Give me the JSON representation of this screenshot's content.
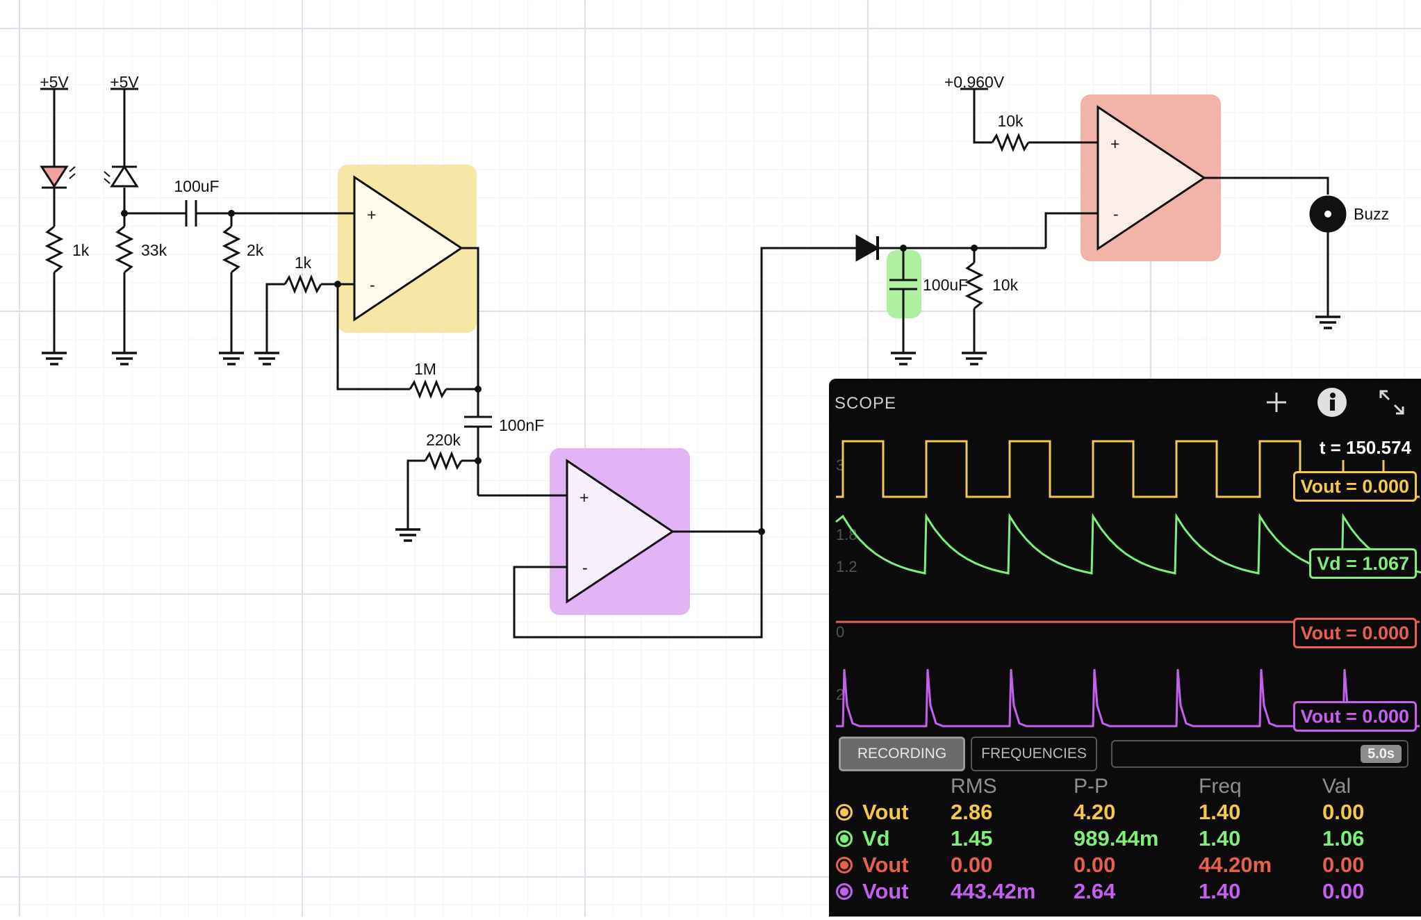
{
  "circuit": {
    "labels": {
      "v5_a": "+5V",
      "v5_b": "+5V",
      "vref": "+0.960V",
      "r1": "1k",
      "r2": "33k",
      "c1": "100uF",
      "r3": "2k",
      "r4": "1k",
      "r5": "1M",
      "c2": "100nF",
      "r6": "220k",
      "r7": "10k",
      "c3": "100uF",
      "r8": "10k",
      "buzzer": "Buzz",
      "plus": "+",
      "minus": "-"
    },
    "opamp_colors": {
      "yellow": "#f7e7a6",
      "purple": "#e2b3f5",
      "red": "#f2b4a8",
      "green_highlight": "#aef0a0"
    }
  },
  "scope": {
    "title": "SCOPE",
    "time_label": "t = 150.574",
    "traces": [
      {
        "color": "#f5c84a",
        "axis_label": "3",
        "value_label": "Vout = 0.000"
      },
      {
        "color": "#7ef07a",
        "axis_label": "1.8",
        "axis_label2": "1.2",
        "value_label": "Vd = 1.067"
      },
      {
        "color": "#e8604c",
        "axis_label": "0",
        "value_label": "Vout = 0.000"
      },
      {
        "color": "#c45ff0",
        "axis_label": "2",
        "value_label": "Vout = 0.000"
      }
    ],
    "tabs": {
      "recording": "RECORDING",
      "frequencies": "FREQUENCIES"
    },
    "timebase": "5.0s",
    "stats_headers": [
      "RMS",
      "P-P",
      "Freq",
      "Val"
    ],
    "stats_rows": [
      {
        "name": "Vout",
        "color": "#f5c84a",
        "rms": "2.86",
        "pp": "4.20",
        "freq": "1.40",
        "val": "0.00"
      },
      {
        "name": "Vd",
        "color": "#7ef07a",
        "rms": "1.45",
        "pp": "989.44m",
        "freq": "1.40",
        "val": "1.06"
      },
      {
        "name": "Vout",
        "color": "#e8604c",
        "rms": "0.00",
        "pp": "0.00",
        "freq": "44.20m",
        "val": "0.00"
      },
      {
        "name": "Vout",
        "color": "#c45ff0",
        "rms": "443.42m",
        "pp": "2.64",
        "freq": "1.40",
        "val": "0.00"
      }
    ]
  }
}
